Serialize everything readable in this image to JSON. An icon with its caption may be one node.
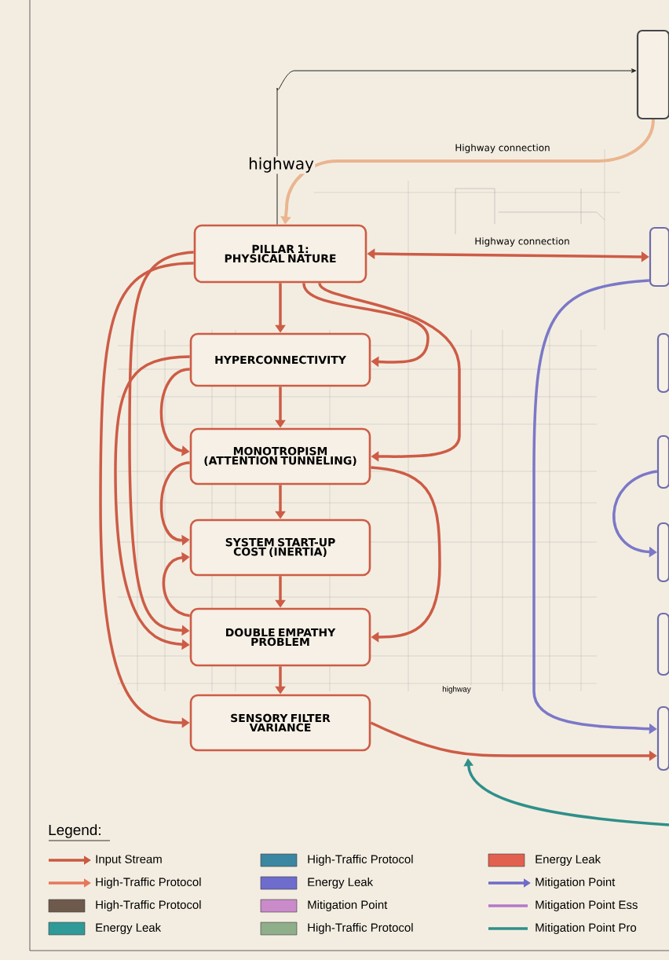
{
  "diagram": {
    "nodes": [
      {
        "text": [],
        "shape": "box"
      },
      {
        "text": [
          "PILLAR 1: PHYSICAL NATURE"
        ]
      },
      {
        "text": [],
        "shape": "box"
      },
      {
        "text": [
          "HYPERCONNECTIVITY"
        ]
      },
      {
        "text": [
          "MONOTROPISM (ATTENTION TUNNELING)"
        ]
      },
      {
        "text": [
          "SYSTEM START-UP COST (INERTIA)"
        ]
      },
      {
        "text": [
          "DOUBLE EMPATHY PROBLEM"
        ]
      },
      {
        "text": [
          "SENSORY FILTER VARIANCE"
        ]
      },
      {
        "text": [],
        "shape": "box"
      },
      {
        "text": [],
        "shape": "box"
      },
      {
        "text": [],
        "shape": "box"
      },
      {
        "text": [],
        "shape": "box"
      },
      {
        "text": [],
        "shape": "box"
      }
    ],
    "edges": [
      {
        "from": 1,
        "to": 0,
        "arrow": "to",
        "label": "highway",
        "color": "#222222"
      },
      {
        "from": 0,
        "to": 1,
        "arrow": "to",
        "label": "Highway connection",
        "color": "#eab58f"
      },
      {
        "from": 1,
        "to": 2,
        "arrow": "both",
        "label": "Highway connection"
      },
      {
        "from": 1,
        "to": 3,
        "arrow": "to"
      },
      {
        "from": 3,
        "to": 4,
        "arrow": "to"
      },
      {
        "from": 4,
        "to": 5,
        "arrow": "to"
      },
      {
        "from": 5,
        "to": 6,
        "arrow": "to"
      },
      {
        "from": 6,
        "to": 7,
        "arrow": "to"
      },
      {
        "from": 1,
        "to": 6,
        "arrow": "to"
      },
      {
        "from": 1,
        "to": 7,
        "arrow": "to"
      },
      {
        "from": 3,
        "to": 4,
        "arrow": "to"
      },
      {
        "from": 3,
        "to": 6,
        "arrow": "to"
      },
      {
        "from": 4,
        "to": 5,
        "arrow": "to"
      },
      {
        "from": 6,
        "to": 5,
        "arrow": "to"
      },
      {
        "from": 1,
        "to": 3,
        "arrow": "to"
      },
      {
        "from": 1,
        "to": 4,
        "arrow": "to"
      },
      {
        "from": 4,
        "to": 6,
        "arrow": "to"
      },
      {
        "from": 7,
        "to": 12,
        "arrow": "to"
      },
      {
        "from": 2,
        "to": 12,
        "arrow": "to",
        "color": "#7b78c8"
      },
      {
        "from": 9,
        "to": 10,
        "arrow": "to",
        "color": "#7b78c8"
      }
    ],
    "labels": [
      "highway",
      "Legend:"
    ],
    "legend": [
      {
        "text": "Input Stream"
      },
      {
        "text": "High-Traffic Protocol"
      },
      {
        "text": "High-Traffic Protocol",
        "color": "#6e5a4c"
      },
      {
        "text": "Energy Leak",
        "color": "#2f9a98"
      },
      {
        "text": "High-Traffic Protocol",
        "color": "#3b86a0"
      },
      {
        "text": "Energy Leak",
        "color": "#6e6ccc"
      },
      {
        "text": "Mitigation Point",
        "color": "#c98bc9"
      },
      {
        "text": "High-Traffic Protocol",
        "color": "#8fae8a"
      },
      {
        "text": "Energy Leak",
        "color": "#e2604f"
      },
      {
        "text": "Mitigation Point"
      },
      {
        "text": "Mitigation Point Ess"
      },
      {
        "text": "Mitigation Point Pro"
      }
    ]
  }
}
